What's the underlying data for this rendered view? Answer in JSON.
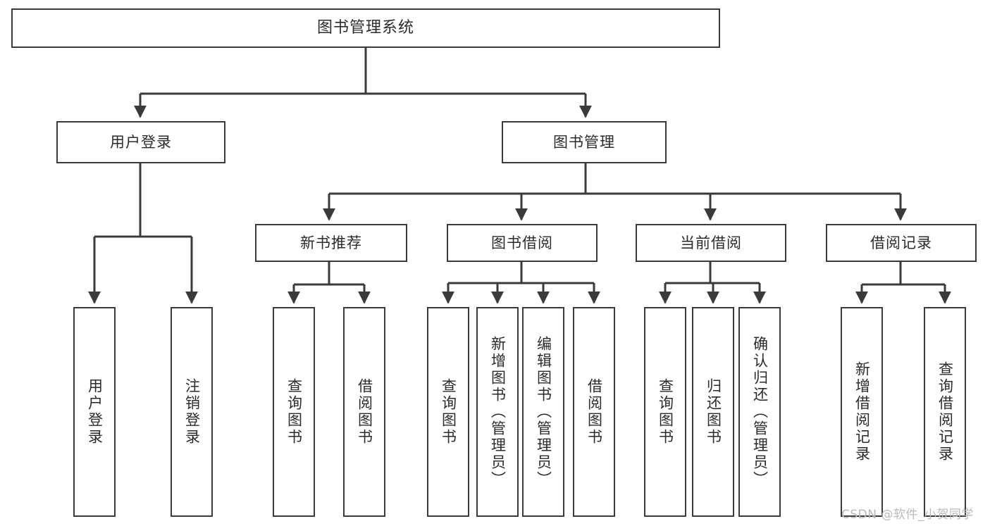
{
  "diagram": {
    "title_box": {
      "label": "图书管理系统"
    },
    "level2": [
      {
        "id": "user-login",
        "label": "用户登录"
      },
      {
        "id": "book-management",
        "label": "图书管理"
      }
    ],
    "level3": [
      {
        "id": "new-book-recommend",
        "label": "新书推荐"
      },
      {
        "id": "book-borrow",
        "label": "图书借阅"
      },
      {
        "id": "current-borrow",
        "label": "当前借阅"
      },
      {
        "id": "borrow-record",
        "label": "借阅记录"
      }
    ],
    "leaves": [
      {
        "id": "leaf-user-login",
        "label": "用户登录"
      },
      {
        "id": "leaf-logout-login",
        "label": "注销登录"
      },
      {
        "id": "leaf-query-book-1",
        "label": "查询图书"
      },
      {
        "id": "leaf-borrow-book-1",
        "label": "借阅图书"
      },
      {
        "id": "leaf-query-book-2",
        "label": "查询图书"
      },
      {
        "id": "leaf-add-book",
        "label": "新增图书（管理员）"
      },
      {
        "id": "leaf-edit-book",
        "label": "编辑图书（管理员）"
      },
      {
        "id": "leaf-borrow-book-2",
        "label": "借阅图书"
      },
      {
        "id": "leaf-query-book-3",
        "label": "查询图书"
      },
      {
        "id": "leaf-return-book",
        "label": "归还图书"
      },
      {
        "id": "leaf-confirm-return",
        "label": "确认归还（管理员）"
      },
      {
        "id": "leaf-add-record",
        "label": "新增借阅记录"
      },
      {
        "id": "leaf-query-record",
        "label": "查询借阅记录"
      }
    ],
    "colors": {
      "border": "#3a3a3a",
      "text": "#2b2b2b",
      "background": "#ffffff",
      "edge": "#3a3a3a",
      "watermark": "#b9b9b9"
    }
  },
  "watermark": {
    "text": "CSDN @软件_小贺同学"
  }
}
